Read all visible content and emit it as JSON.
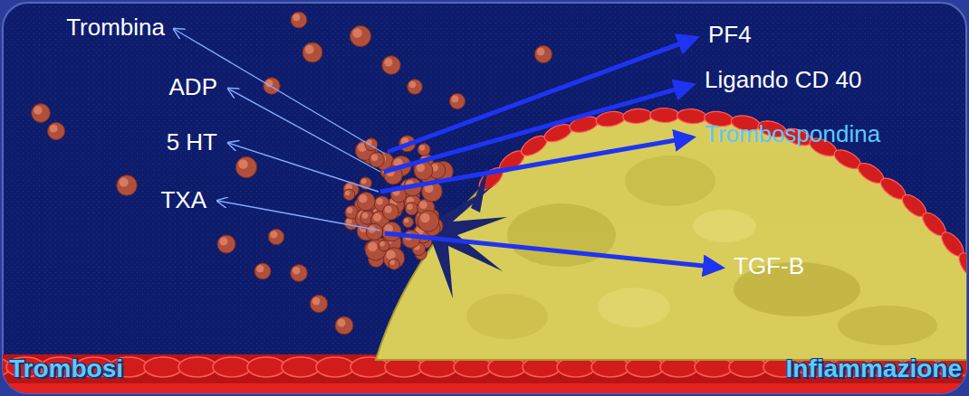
{
  "diagram": {
    "labels": [
      "Trombina",
      "ADP",
      "5 HT",
      "TXA",
      "PF4",
      "Ligando CD 40",
      "Trombospondina",
      "TGF-B",
      "Trombosi",
      "Infiammazione"
    ]
  }
}
